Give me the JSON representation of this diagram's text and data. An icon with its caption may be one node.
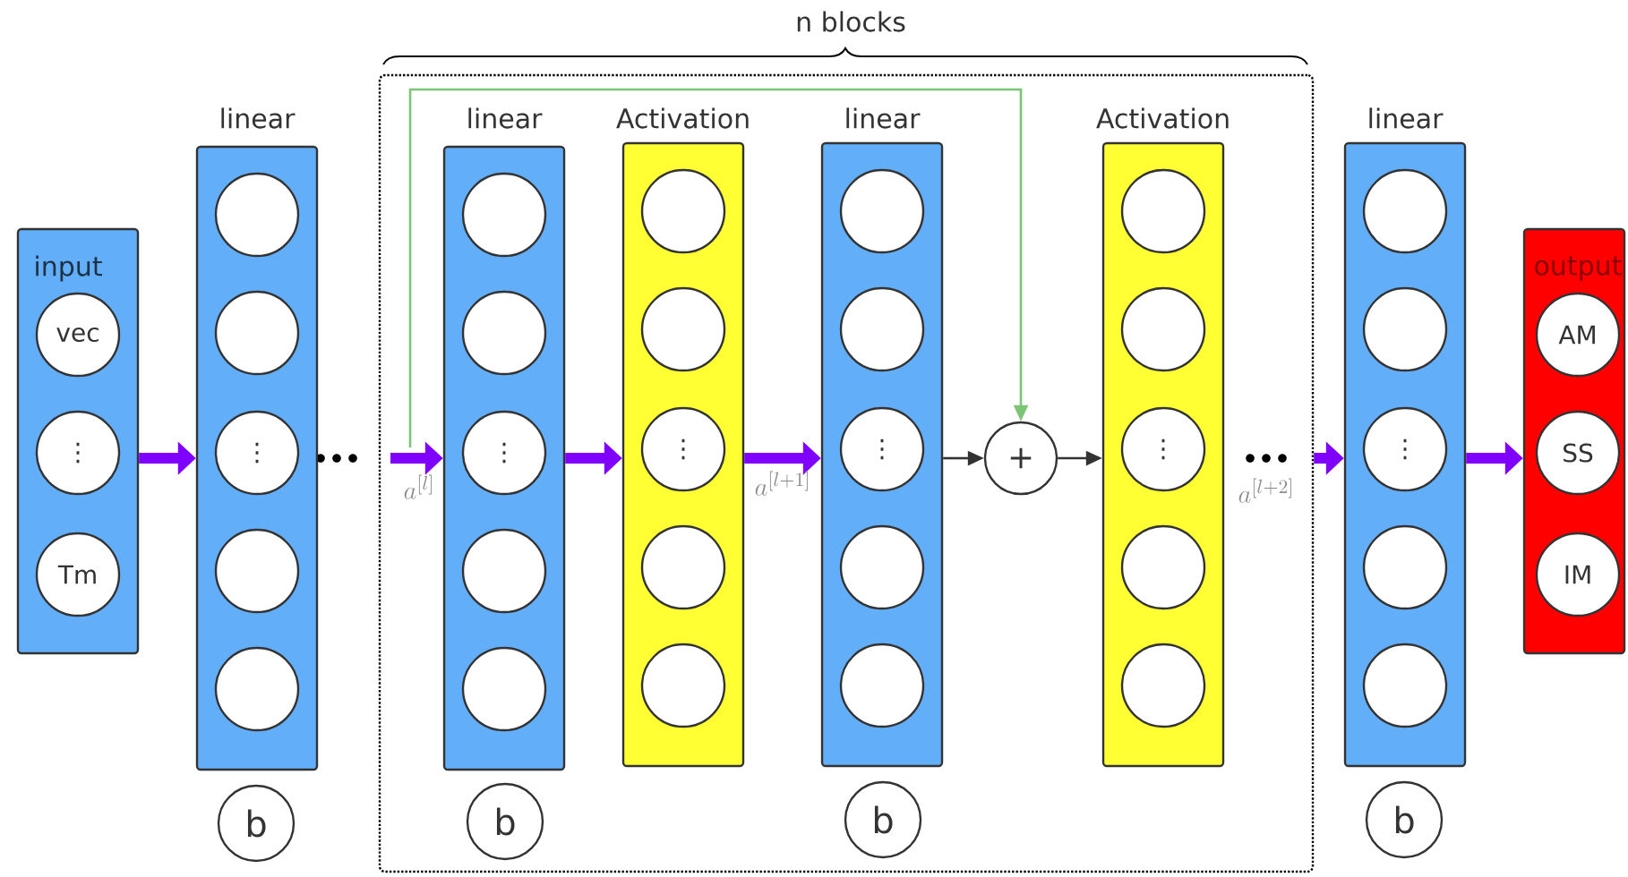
{
  "diagram": {
    "nodes": [
      {
        "text": [
          "input"
        ]
      },
      {
        "text": [
          "vec"
        ],
        "in": 0
      },
      {
        "text": [
          "⋮"
        ],
        "in": 0
      },
      {
        "text": [
          "Tm"
        ],
        "in": 0
      },
      {
        "text": [
          "linear"
        ]
      },
      {
        "text": [],
        "shape": "circle",
        "in": 4
      },
      {
        "text": [],
        "shape": "circle",
        "in": 4
      },
      {
        "text": [
          "⋮"
        ],
        "in": 4
      },
      {
        "text": [],
        "shape": "circle",
        "in": 4
      },
      {
        "text": [],
        "shape": "circle",
        "in": 4
      },
      {
        "text": [
          "b"
        ]
      },
      {
        "text": [
          "n blocks"
        ]
      },
      {
        "text": [
          "linear"
        ],
        "in": 11
      },
      {
        "text": [],
        "shape": "circle",
        "in": 12
      },
      {
        "text": [],
        "shape": "circle",
        "in": 12
      },
      {
        "text": [
          "⋮"
        ],
        "in": 12
      },
      {
        "text": [],
        "shape": "circle",
        "in": 12
      },
      {
        "text": [],
        "shape": "circle",
        "in": 12
      },
      {
        "text": [
          "b"
        ],
        "in": 11
      },
      {
        "text": [
          "Activation"
        ],
        "in": 11
      },
      {
        "text": [],
        "shape": "circle",
        "in": 19
      },
      {
        "text": [],
        "shape": "circle",
        "in": 19
      },
      {
        "text": [
          "⋮"
        ],
        "in": 19
      },
      {
        "text": [],
        "shape": "circle",
        "in": 19
      },
      {
        "text": [],
        "shape": "circle",
        "in": 19
      },
      {
        "text": [
          "linear"
        ],
        "in": 11
      },
      {
        "text": [],
        "shape": "circle",
        "in": 25
      },
      {
        "text": [],
        "shape": "circle",
        "in": 25
      },
      {
        "text": [
          "⋮"
        ],
        "in": 25
      },
      {
        "text": [],
        "shape": "circle",
        "in": 25
      },
      {
        "text": [],
        "shape": "circle",
        "in": 25
      },
      {
        "text": [
          "b"
        ],
        "in": 11
      },
      {
        "text": [
          "+"
        ],
        "in": 11
      },
      {
        "text": [
          "Activation"
        ],
        "in": 11
      },
      {
        "text": [],
        "shape": "circle",
        "in": 33
      },
      {
        "text": [],
        "shape": "circle",
        "in": 33
      },
      {
        "text": [
          "⋮"
        ],
        "in": 33
      },
      {
        "text": [],
        "shape": "circle",
        "in": 33
      },
      {
        "text": [],
        "shape": "circle",
        "in": 33
      },
      {
        "text": [
          "linear"
        ]
      },
      {
        "text": [],
        "shape": "circle",
        "in": 39
      },
      {
        "text": [],
        "shape": "circle",
        "in": 39
      },
      {
        "text": [
          "⋮"
        ],
        "in": 39
      },
      {
        "text": [],
        "shape": "circle",
        "in": 39
      },
      {
        "text": [],
        "shape": "circle",
        "in": 39
      },
      {
        "text": [
          "b"
        ]
      },
      {
        "text": [
          "output"
        ]
      },
      {
        "text": [
          "AM"
        ],
        "in": 46
      },
      {
        "text": [
          "SS"
        ],
        "in": 46
      },
      {
        "text": [
          "IM"
        ],
        "in": 46
      }
    ],
    "edges": [
      {
        "from": 0,
        "to": 4,
        "arrow": "to"
      },
      {
        "from": null,
        "to": 12,
        "arrow": "to",
        "label": "a^{[l]}"
      },
      {
        "from": 12,
        "to": 19,
        "arrow": "to"
      },
      {
        "from": 19,
        "to": 25,
        "arrow": "to",
        "label": "a^{[l+1]}"
      },
      {
        "from": 25,
        "to": 32,
        "arrow": "to",
        "color": "#333333"
      },
      {
        "from": 32,
        "to": 33,
        "arrow": "to",
        "color": "#333333"
      },
      {
        "from": 11,
        "to": 39,
        "arrow": "to",
        "label": "a^{[l+2]}"
      },
      {
        "from": 39,
        "to": 46,
        "arrow": "to"
      },
      {
        "from": null,
        "to": 32,
        "arrow": "to",
        "color": "#7cc576"
      }
    ]
  }
}
